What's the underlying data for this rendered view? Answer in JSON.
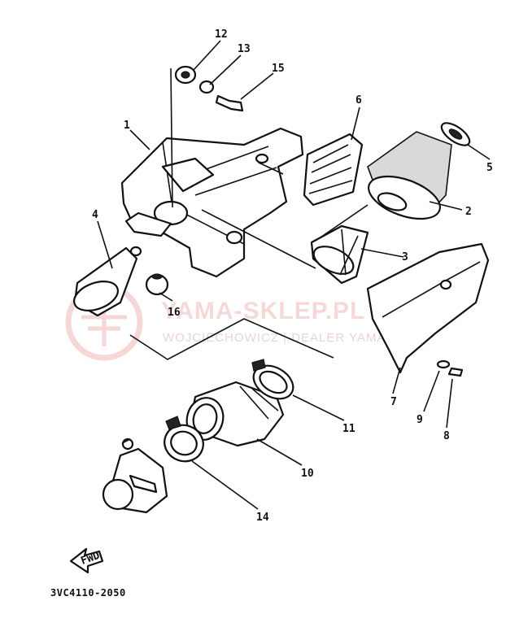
{
  "diagram": {
    "callouts": [
      {
        "id": "c1",
        "label": "1"
      },
      {
        "id": "c2",
        "label": "2"
      },
      {
        "id": "c3",
        "label": "3"
      },
      {
        "id": "c4",
        "label": "4"
      },
      {
        "id": "c5",
        "label": "5"
      },
      {
        "id": "c6",
        "label": "6"
      },
      {
        "id": "c7",
        "label": "7"
      },
      {
        "id": "c8",
        "label": "8"
      },
      {
        "id": "c9",
        "label": "9"
      },
      {
        "id": "c10",
        "label": "10"
      },
      {
        "id": "c11",
        "label": "11"
      },
      {
        "id": "c12",
        "label": "12"
      },
      {
        "id": "c13",
        "label": "13"
      },
      {
        "id": "c14",
        "label": "14"
      },
      {
        "id": "c15",
        "label": "15"
      },
      {
        "id": "c16",
        "label": "16"
      }
    ],
    "part_code": "3VC4110-2050",
    "front_arrow_label": "FWD"
  },
  "watermark": {
    "title": "YAMA-SKLEP.PL",
    "subtitle": "WOJCIECHOWICZ | DEALER YAMAHA",
    "color": "#e07a7a"
  }
}
